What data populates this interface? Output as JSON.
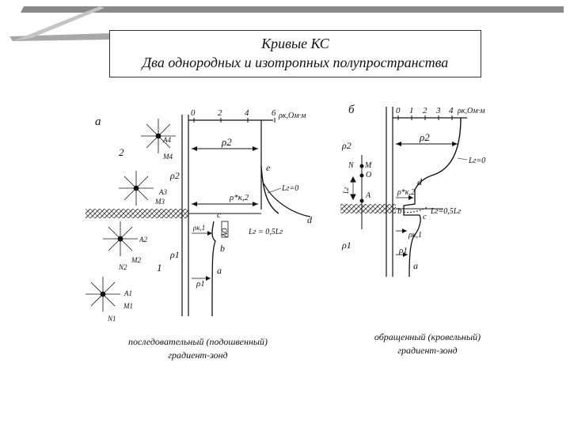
{
  "title": {
    "line1": "Кривые КС",
    "line2": "Два однородных и изотропных полупространства"
  },
  "left_panel": {
    "letter": "а",
    "axis_ticks": [
      "0",
      "2",
      "4",
      "6"
    ],
    "axis_unit": "ρк,Ом·м",
    "medium_top": "2",
    "medium_bottom": "1",
    "rho2": "ρ2",
    "rho1": "ρ1",
    "rho_k2": "ρ*к,2",
    "rho_k1": "ρк,1",
    "label_e": "e",
    "label_c": "c",
    "label_d": "d",
    "label_b": "b",
    "label_a": "a",
    "lr0": "Lг=0",
    "lr05": "Lг = 0,5Lг",
    "ao": "АО",
    "electrodes": [
      {
        "top": "A4",
        "bottom": "M4"
      },
      {
        "top": "A3",
        "bottom": "M3"
      },
      {
        "top": "A2",
        "bottom": "M2",
        "extra": "N2"
      },
      {
        "top": "A1",
        "bottom": "M1",
        "extra": "N1"
      }
    ],
    "caption_line1": "последовательный (подошвенный)",
    "caption_line2": "градиент-зонд"
  },
  "right_panel": {
    "letter": "б",
    "axis_ticks": [
      "0",
      "1",
      "2",
      "3",
      "4"
    ],
    "axis_unit": "ρк,Ом·м",
    "rho2": "ρ2",
    "rho1": "ρ1",
    "rho_k2": "ρ*к,2",
    "rho_k1": "ρк,1",
    "N": "N",
    "M": "M",
    "O": "O",
    "A": "A",
    "lr_short": "Lг",
    "label_d": "d",
    "label_b": "b",
    "label_c": "c",
    "label_a": "a",
    "lr0": "Lг=0",
    "lr05": "Lг=0,5Lг",
    "caption_line1": "обращенный (кровельный)",
    "caption_line2": "градиент-зонд"
  }
}
